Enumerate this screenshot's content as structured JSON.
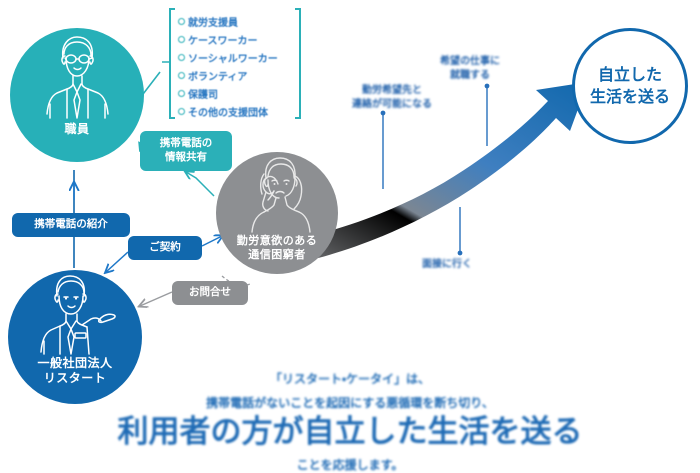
{
  "nodes": {
    "staff": {
      "label": "職員",
      "icon": "person-with-glasses-icon",
      "color": "#27b0b8"
    },
    "restart": {
      "label_line1": "一般社団法人",
      "label_line2": "リスタート",
      "icon": "person-presenting-icon",
      "color": "#1168ad"
    },
    "person_in_need": {
      "label_line1": "勤労意欲のある",
      "label_line2": "通信困窮者",
      "icon": "worried-person-icon",
      "color": "#8d8f92"
    },
    "goal": {
      "label_line1": "自立した",
      "label_line2": "生活を送る",
      "color": "#1168ad"
    }
  },
  "support_list": {
    "items": [
      {
        "label": "就労支援員"
      },
      {
        "label": "ケースワーカー"
      },
      {
        "label": "ソーシャルワーカー"
      },
      {
        "label": "ボランティア"
      },
      {
        "label": "保護司"
      },
      {
        "label": "その他の支援団体"
      }
    ],
    "bracket_color": "#2bb0b8",
    "text_color": "#2a78c2"
  },
  "pills": {
    "share": {
      "line1": "携帯電話の",
      "line2": "情報共有",
      "color": "#2bb0b8"
    },
    "intro": {
      "label": "携帯電話の紹介",
      "color": "#1168ad"
    },
    "contract": {
      "label": "ご契約",
      "color": "#1168ad"
    },
    "inquiry": {
      "label": "お問合せ",
      "color": "#8d8f92"
    }
  },
  "arrow_annotations": {
    "contact": {
      "line1": "勤労希望先と",
      "line2": "連絡が可能になる"
    },
    "job": {
      "line1": "希望の仕事に",
      "line2": "就職する"
    },
    "interview": {
      "label": "面接に行く"
    }
  },
  "arrow": {
    "gradient_from": "#8d8f92",
    "gradient_to": "#1168ad"
  },
  "bottom_copy": {
    "line1": "「リスタート・ケータイ」は、",
    "line2": "携帯電話がないことを起因にする悪循環を断ち切り、",
    "line3_big": "利用者の方が自立した生活を送る",
    "line4": "ことを応援します。",
    "color": "#1f6bb5"
  }
}
